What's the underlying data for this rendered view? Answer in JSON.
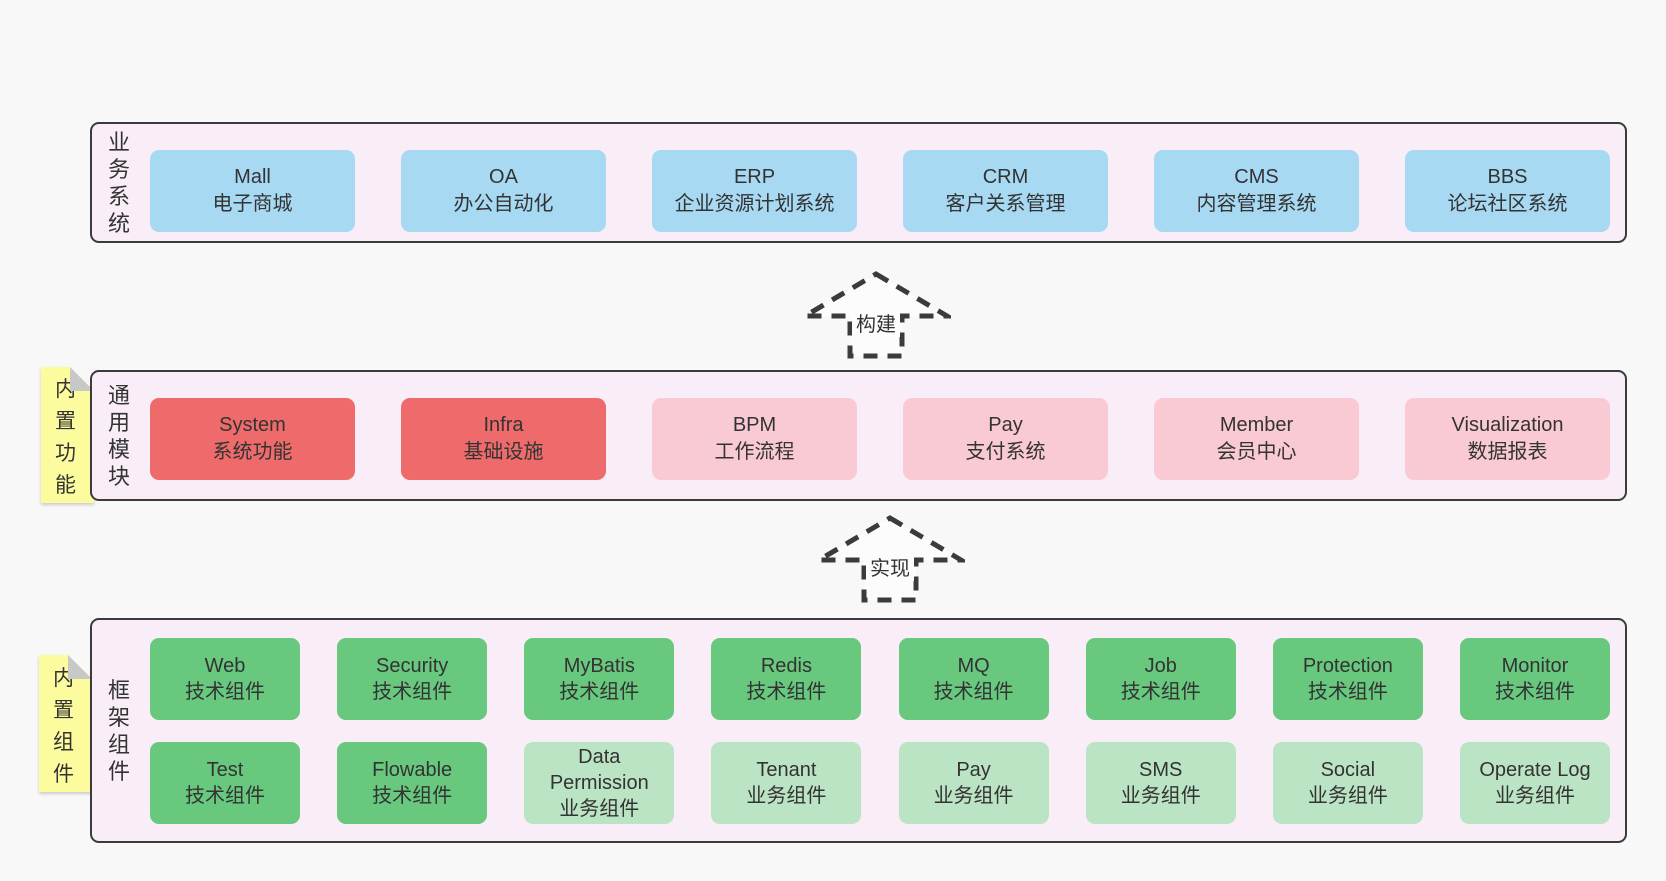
{
  "colors": {
    "page_bg": "#f8f8f8",
    "layer_bg": "#f9eef8",
    "layer_border": "#3b3b3b",
    "box_blue": "#a7d9f3",
    "box_red": "#ef6b6b",
    "box_pink": "#facad4",
    "box_green": "#68c87e",
    "box_green_light": "#bbe4c4",
    "note_yellow": "#fcfc9e",
    "note_fold_gray": "#c8c8c8",
    "text": "#333333"
  },
  "arrows": [
    {
      "label": "构建"
    },
    {
      "label": "实现"
    }
  ],
  "layers": [
    {
      "id": "business-systems",
      "side_label": "业务系统",
      "note": null,
      "rows": [
        [
          {
            "title": "Mall",
            "subtitle": "电子商城",
            "variant": "blue"
          },
          {
            "title": "OA",
            "subtitle": "办公自动化",
            "variant": "blue"
          },
          {
            "title": "ERP",
            "subtitle": "企业资源计划系统",
            "variant": "blue"
          },
          {
            "title": "CRM",
            "subtitle": "客户关系管理",
            "variant": "blue"
          },
          {
            "title": "CMS",
            "subtitle": "内容管理系统",
            "variant": "blue"
          },
          {
            "title": "BBS",
            "subtitle": "论坛社区系统",
            "variant": "blue"
          }
        ]
      ]
    },
    {
      "id": "common-modules",
      "side_label": "通用模块",
      "note": "内置功能",
      "rows": [
        [
          {
            "title": "System",
            "subtitle": "系统功能",
            "variant": "red"
          },
          {
            "title": "Infra",
            "subtitle": "基础设施",
            "variant": "red"
          },
          {
            "title": "BPM",
            "subtitle": "工作流程",
            "variant": "pink"
          },
          {
            "title": "Pay",
            "subtitle": "支付系统",
            "variant": "pink"
          },
          {
            "title": "Member",
            "subtitle": "会员中心",
            "variant": "pink"
          },
          {
            "title": "Visualization",
            "subtitle": "数据报表",
            "variant": "pink"
          }
        ]
      ]
    },
    {
      "id": "framework-components",
      "side_label": "框架组件",
      "note": "内置组件",
      "rows": [
        [
          {
            "title": "Web",
            "subtitle": "技术组件",
            "variant": "green"
          },
          {
            "title": "Security",
            "subtitle": "技术组件",
            "variant": "green"
          },
          {
            "title": "MyBatis",
            "subtitle": "技术组件",
            "variant": "green"
          },
          {
            "title": "Redis",
            "subtitle": "技术组件",
            "variant": "green"
          },
          {
            "title": "MQ",
            "subtitle": "技术组件",
            "variant": "green"
          },
          {
            "title": "Job",
            "subtitle": "技术组件",
            "variant": "green"
          },
          {
            "title": "Protection",
            "subtitle": "技术组件",
            "variant": "green"
          },
          {
            "title": "Monitor",
            "subtitle": "技术组件",
            "variant": "green"
          }
        ],
        [
          {
            "title": "Test",
            "subtitle": "技术组件",
            "variant": "green"
          },
          {
            "title": "Flowable",
            "subtitle": "技术组件",
            "variant": "green"
          },
          {
            "title": "Data Permission",
            "subtitle": "业务组件",
            "variant": "green-light"
          },
          {
            "title": "Tenant",
            "subtitle": "业务组件",
            "variant": "green-light"
          },
          {
            "title": "Pay",
            "subtitle": "业务组件",
            "variant": "green-light"
          },
          {
            "title": "SMS",
            "subtitle": "业务组件",
            "variant": "green-light"
          },
          {
            "title": "Social",
            "subtitle": "业务组件",
            "variant": "green-light"
          },
          {
            "title": "Operate Log",
            "subtitle": "业务组件",
            "variant": "green-light"
          }
        ]
      ]
    }
  ]
}
